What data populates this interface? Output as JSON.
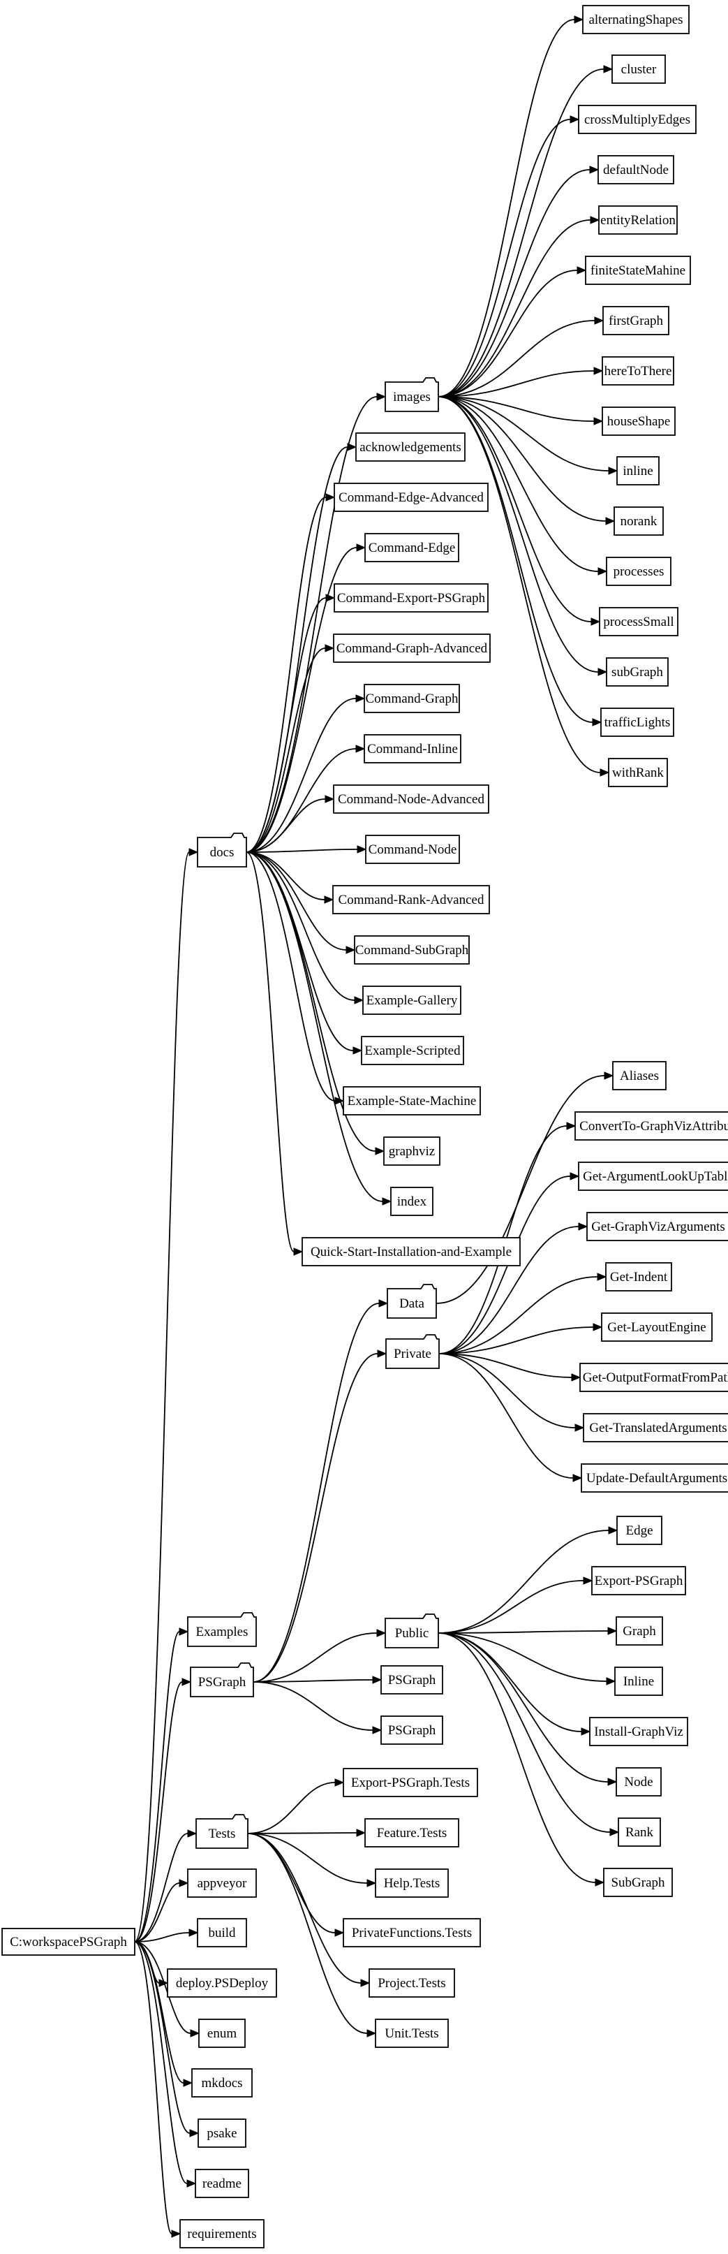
{
  "diagram": {
    "nodes": [
      {
        "id": "root",
        "label": "C:workspacePSGraph",
        "shape": "box"
      },
      {
        "id": "docs",
        "label": "docs",
        "shape": "folder"
      },
      {
        "id": "images",
        "label": "images",
        "shape": "folder"
      },
      {
        "id": "alternatingShapes",
        "label": "alternatingShapes",
        "shape": "box"
      },
      {
        "id": "cluster",
        "label": "cluster",
        "shape": "box"
      },
      {
        "id": "crossMultiplyEdges",
        "label": "crossMultiplyEdges",
        "shape": "box"
      },
      {
        "id": "defaultNode",
        "label": "defaultNode",
        "shape": "box"
      },
      {
        "id": "entityRelation",
        "label": "entityRelation",
        "shape": "box"
      },
      {
        "id": "finiteStateMahine",
        "label": "finiteStateMahine",
        "shape": "box"
      },
      {
        "id": "firstGraph",
        "label": "firstGraph",
        "shape": "box"
      },
      {
        "id": "hereToThere",
        "label": "hereToThere",
        "shape": "box"
      },
      {
        "id": "houseShape",
        "label": "houseShape",
        "shape": "box"
      },
      {
        "id": "inline",
        "label": "inline",
        "shape": "box"
      },
      {
        "id": "norank",
        "label": "norank",
        "shape": "box"
      },
      {
        "id": "processes",
        "label": "processes",
        "shape": "box"
      },
      {
        "id": "processSmall",
        "label": "processSmall",
        "shape": "box"
      },
      {
        "id": "subGraph",
        "label": "subGraph",
        "shape": "box"
      },
      {
        "id": "trafficLights",
        "label": "trafficLights",
        "shape": "box"
      },
      {
        "id": "withRank",
        "label": "withRank",
        "shape": "box"
      },
      {
        "id": "acknowledgements",
        "label": "acknowledgements",
        "shape": "box"
      },
      {
        "id": "cmdEdgeAdv",
        "label": "Command-Edge-Advanced",
        "shape": "box"
      },
      {
        "id": "cmdEdge",
        "label": "Command-Edge",
        "shape": "box"
      },
      {
        "id": "cmdExport",
        "label": "Command-Export-PSGraph",
        "shape": "box"
      },
      {
        "id": "cmdGraphAdv",
        "label": "Command-Graph-Advanced",
        "shape": "box"
      },
      {
        "id": "cmdGraph",
        "label": "Command-Graph",
        "shape": "box"
      },
      {
        "id": "cmdInline",
        "label": "Command-Inline",
        "shape": "box"
      },
      {
        "id": "cmdNodeAdv",
        "label": "Command-Node-Advanced",
        "shape": "box"
      },
      {
        "id": "cmdNode",
        "label": "Command-Node",
        "shape": "box"
      },
      {
        "id": "cmdRankAdv",
        "label": "Command-Rank-Advanced",
        "shape": "box"
      },
      {
        "id": "cmdSubGraph",
        "label": "Command-SubGraph",
        "shape": "box"
      },
      {
        "id": "exGallery",
        "label": "Example-Gallery",
        "shape": "box"
      },
      {
        "id": "exScripted",
        "label": "Example-Scripted",
        "shape": "box"
      },
      {
        "id": "exStateMachine",
        "label": "Example-State-Machine",
        "shape": "box"
      },
      {
        "id": "graphviz",
        "label": "graphviz",
        "shape": "box"
      },
      {
        "id": "index",
        "label": "index",
        "shape": "box"
      },
      {
        "id": "quickStart",
        "label": "Quick-Start-Installation-and-Example",
        "shape": "box"
      },
      {
        "id": "data",
        "label": "Data",
        "shape": "folder"
      },
      {
        "id": "aliases",
        "label": "Aliases",
        "shape": "box"
      },
      {
        "id": "private",
        "label": "Private",
        "shape": "folder"
      },
      {
        "id": "convertTo",
        "label": "ConvertTo-GraphVizAttribute",
        "shape": "box"
      },
      {
        "id": "getArgLookup",
        "label": "Get-ArgumentLookUpTable",
        "shape": "box"
      },
      {
        "id": "getGvArgs",
        "label": "Get-GraphVizArguments",
        "shape": "box"
      },
      {
        "id": "getIndent",
        "label": "Get-Indent",
        "shape": "box"
      },
      {
        "id": "getLayout",
        "label": "Get-LayoutEngine",
        "shape": "box"
      },
      {
        "id": "getOutFmt",
        "label": "Get-OutputFormatFromPath",
        "shape": "box"
      },
      {
        "id": "getTransArgs",
        "label": "Get-TranslatedArguments",
        "shape": "box"
      },
      {
        "id": "updateDefArgs",
        "label": "Update-DefaultArguments",
        "shape": "box"
      },
      {
        "id": "examples",
        "label": "Examples",
        "shape": "folder"
      },
      {
        "id": "psgraphDir",
        "label": "PSGraph",
        "shape": "folder"
      },
      {
        "id": "public",
        "label": "Public",
        "shape": "folder"
      },
      {
        "id": "edge",
        "label": "Edge",
        "shape": "box"
      },
      {
        "id": "exportPs",
        "label": "Export-PSGraph",
        "shape": "box"
      },
      {
        "id": "graphFn",
        "label": "Graph",
        "shape": "box"
      },
      {
        "id": "inlineFn",
        "label": "Inline",
        "shape": "box"
      },
      {
        "id": "installGv",
        "label": "Install-GraphViz",
        "shape": "box"
      },
      {
        "id": "nodeFn",
        "label": "Node",
        "shape": "box"
      },
      {
        "id": "rankFn",
        "label": "Rank",
        "shape": "box"
      },
      {
        "id": "subGraphFn",
        "label": "SubGraph",
        "shape": "box"
      },
      {
        "id": "psgraph1",
        "label": "PSGraph",
        "shape": "box"
      },
      {
        "id": "psgraph2",
        "label": "PSGraph",
        "shape": "box"
      },
      {
        "id": "tests",
        "label": "Tests",
        "shape": "folder"
      },
      {
        "id": "tExport",
        "label": "Export-PSGraph.Tests",
        "shape": "box"
      },
      {
        "id": "tFeature",
        "label": "Feature.Tests",
        "shape": "box"
      },
      {
        "id": "tHelp",
        "label": "Help.Tests",
        "shape": "box"
      },
      {
        "id": "tPrivate",
        "label": "PrivateFunctions.Tests",
        "shape": "box"
      },
      {
        "id": "tProject",
        "label": "Project.Tests",
        "shape": "box"
      },
      {
        "id": "tUnit",
        "label": "Unit.Tests",
        "shape": "box"
      },
      {
        "id": "appveyor",
        "label": "appveyor",
        "shape": "box"
      },
      {
        "id": "build",
        "label": "build",
        "shape": "box"
      },
      {
        "id": "deploy",
        "label": "deploy.PSDeploy",
        "shape": "box"
      },
      {
        "id": "enum",
        "label": "enum",
        "shape": "box"
      },
      {
        "id": "mkdocs",
        "label": "mkdocs",
        "shape": "box"
      },
      {
        "id": "psake",
        "label": "psake",
        "shape": "box"
      },
      {
        "id": "readme",
        "label": "readme",
        "shape": "box"
      },
      {
        "id": "requirements",
        "label": "requirements",
        "shape": "box"
      }
    ],
    "edges": [
      [
        "root",
        "docs"
      ],
      [
        "root",
        "examples"
      ],
      [
        "root",
        "psgraphDir"
      ],
      [
        "root",
        "tests"
      ],
      [
        "root",
        "appveyor"
      ],
      [
        "root",
        "build"
      ],
      [
        "root",
        "deploy"
      ],
      [
        "root",
        "enum"
      ],
      [
        "root",
        "mkdocs"
      ],
      [
        "root",
        "psake"
      ],
      [
        "root",
        "readme"
      ],
      [
        "root",
        "requirements"
      ],
      [
        "docs",
        "images"
      ],
      [
        "docs",
        "acknowledgements"
      ],
      [
        "docs",
        "cmdEdgeAdv"
      ],
      [
        "docs",
        "cmdEdge"
      ],
      [
        "docs",
        "cmdExport"
      ],
      [
        "docs",
        "cmdGraphAdv"
      ],
      [
        "docs",
        "cmdGraph"
      ],
      [
        "docs",
        "cmdInline"
      ],
      [
        "docs",
        "cmdNodeAdv"
      ],
      [
        "docs",
        "cmdNode"
      ],
      [
        "docs",
        "cmdRankAdv"
      ],
      [
        "docs",
        "cmdSubGraph"
      ],
      [
        "docs",
        "exGallery"
      ],
      [
        "docs",
        "exScripted"
      ],
      [
        "docs",
        "exStateMachine"
      ],
      [
        "docs",
        "graphviz"
      ],
      [
        "docs",
        "index"
      ],
      [
        "docs",
        "quickStart"
      ],
      [
        "images",
        "alternatingShapes"
      ],
      [
        "images",
        "cluster"
      ],
      [
        "images",
        "crossMultiplyEdges"
      ],
      [
        "images",
        "defaultNode"
      ],
      [
        "images",
        "entityRelation"
      ],
      [
        "images",
        "finiteStateMahine"
      ],
      [
        "images",
        "firstGraph"
      ],
      [
        "images",
        "hereToThere"
      ],
      [
        "images",
        "houseShape"
      ],
      [
        "images",
        "inline"
      ],
      [
        "images",
        "norank"
      ],
      [
        "images",
        "processes"
      ],
      [
        "images",
        "processSmall"
      ],
      [
        "images",
        "subGraph"
      ],
      [
        "images",
        "trafficLights"
      ],
      [
        "images",
        "withRank"
      ],
      [
        "psgraphDir",
        "data"
      ],
      [
        "psgraphDir",
        "private"
      ],
      [
        "psgraphDir",
        "public"
      ],
      [
        "psgraphDir",
        "psgraph1"
      ],
      [
        "psgraphDir",
        "psgraph2"
      ],
      [
        "data",
        "aliases"
      ],
      [
        "private",
        "convertTo"
      ],
      [
        "private",
        "getArgLookup"
      ],
      [
        "private",
        "getGvArgs"
      ],
      [
        "private",
        "getIndent"
      ],
      [
        "private",
        "getLayout"
      ],
      [
        "private",
        "getOutFmt"
      ],
      [
        "private",
        "getTransArgs"
      ],
      [
        "private",
        "updateDefArgs"
      ],
      [
        "public",
        "edge"
      ],
      [
        "public",
        "exportPs"
      ],
      [
        "public",
        "graphFn"
      ],
      [
        "public",
        "inlineFn"
      ],
      [
        "public",
        "installGv"
      ],
      [
        "public",
        "nodeFn"
      ],
      [
        "public",
        "rankFn"
      ],
      [
        "public",
        "subGraphFn"
      ],
      [
        "tests",
        "tExport"
      ],
      [
        "tests",
        "tFeature"
      ],
      [
        "tests",
        "tHelp"
      ],
      [
        "tests",
        "tPrivate"
      ],
      [
        "tests",
        "tProject"
      ],
      [
        "tests",
        "tUnit"
      ]
    ]
  }
}
